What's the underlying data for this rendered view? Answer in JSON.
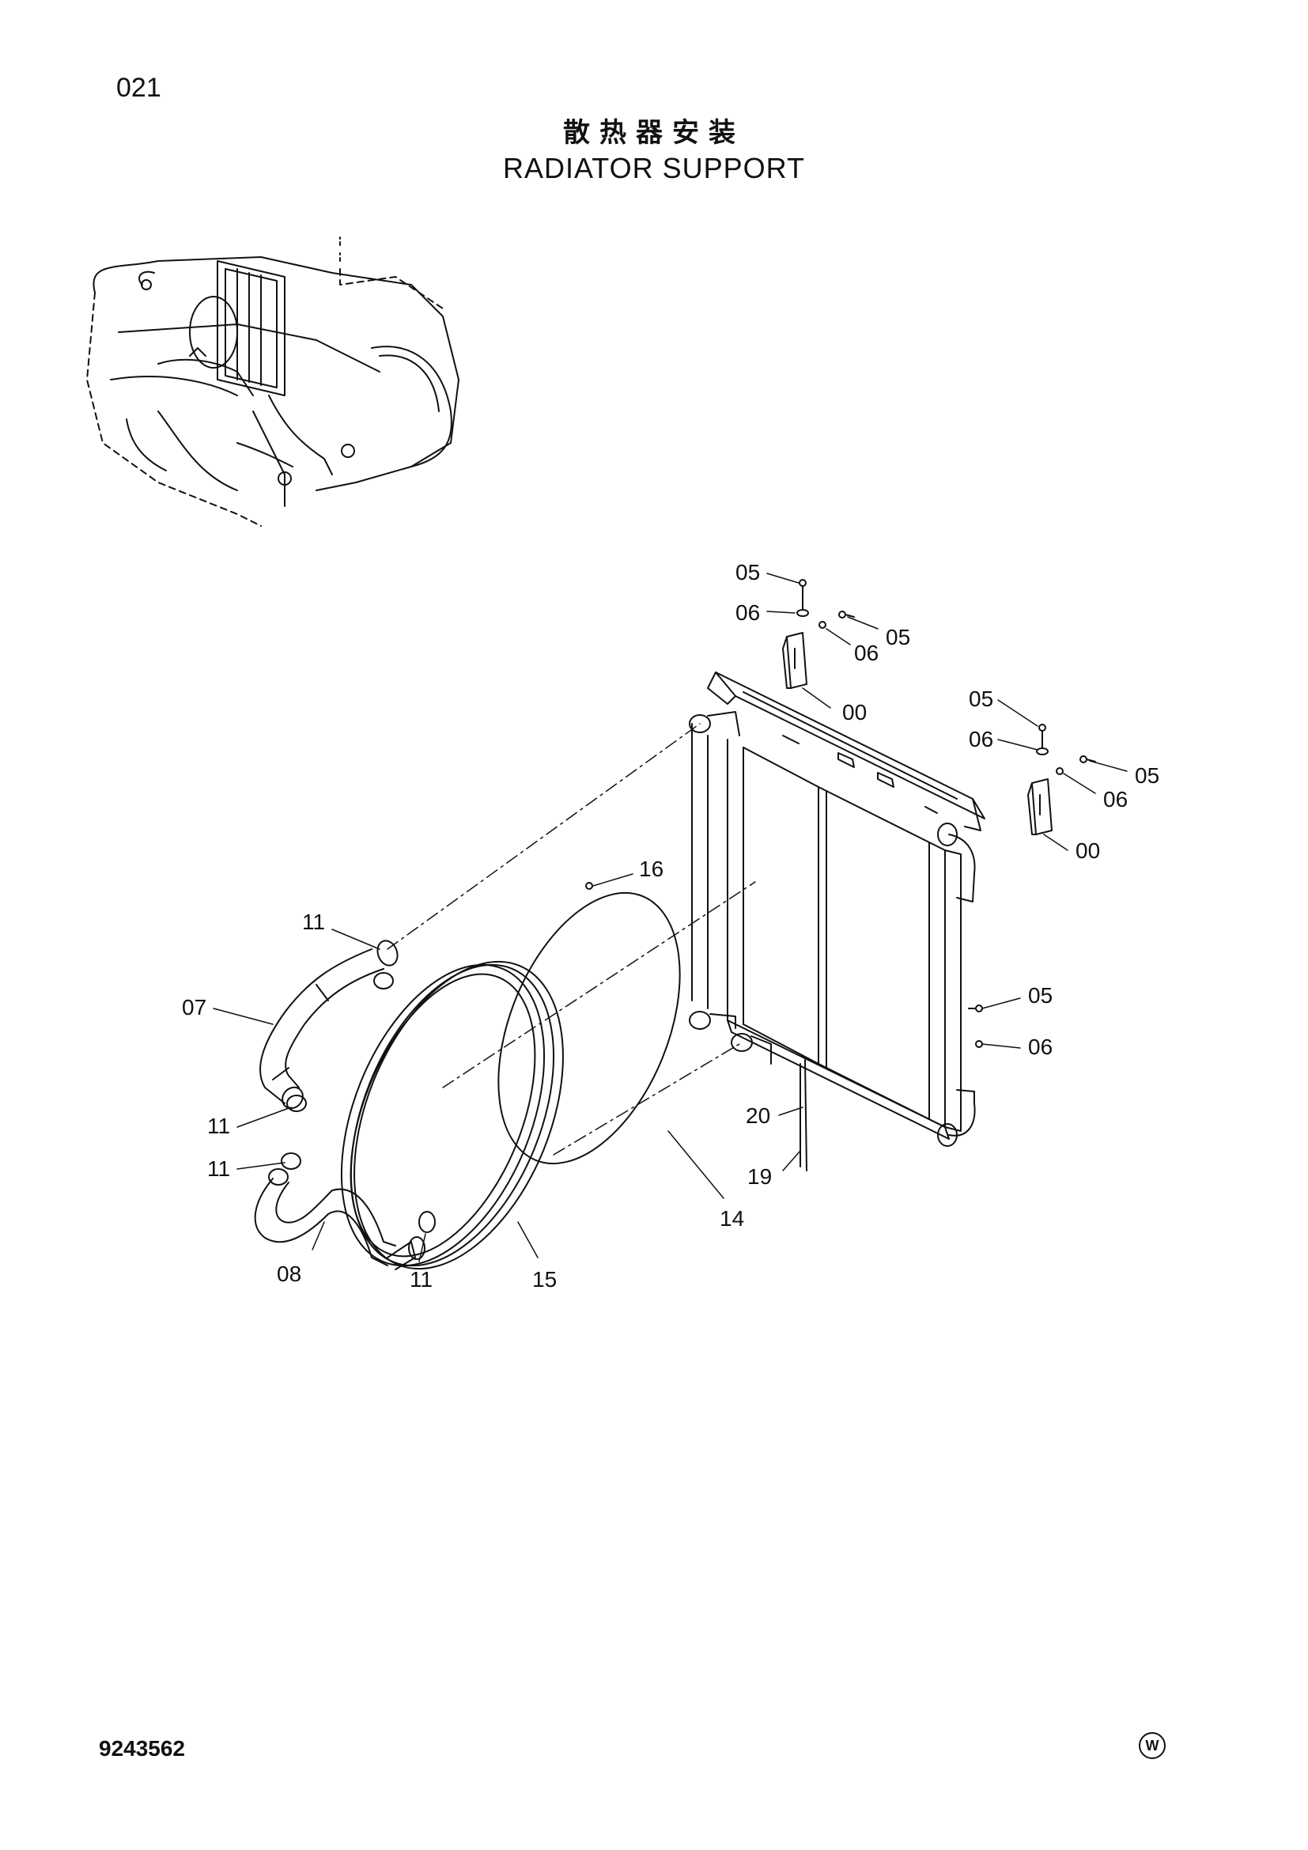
{
  "header": {
    "page_number": "021",
    "title_cn": "散热器安装",
    "title_en": "RADIATOR SUPPORT"
  },
  "callouts": [
    {
      "id": "c-05a",
      "label": "05"
    },
    {
      "id": "c-06a",
      "label": "06"
    },
    {
      "id": "c-05b",
      "label": "05"
    },
    {
      "id": "c-06b",
      "label": "06"
    },
    {
      "id": "c-00a",
      "label": "00"
    },
    {
      "id": "c-05c",
      "label": "05"
    },
    {
      "id": "c-06c",
      "label": "06"
    },
    {
      "id": "c-05d",
      "label": "05"
    },
    {
      "id": "c-06d",
      "label": "06"
    },
    {
      "id": "c-00b",
      "label": "00"
    },
    {
      "id": "c-16",
      "label": "16"
    },
    {
      "id": "c-11a",
      "label": "11"
    },
    {
      "id": "c-07",
      "label": "07"
    },
    {
      "id": "c-05e",
      "label": "05"
    },
    {
      "id": "c-06e",
      "label": "06"
    },
    {
      "id": "c-11b",
      "label": "11"
    },
    {
      "id": "c-20",
      "label": "20"
    },
    {
      "id": "c-11c",
      "label": "11"
    },
    {
      "id": "c-19",
      "label": "19"
    },
    {
      "id": "c-14",
      "label": "14"
    },
    {
      "id": "c-08",
      "label": "08"
    },
    {
      "id": "c-11d",
      "label": "11"
    },
    {
      "id": "c-15",
      "label": "15"
    }
  ],
  "footer": {
    "doc_number": "9243562",
    "mark": "W"
  }
}
